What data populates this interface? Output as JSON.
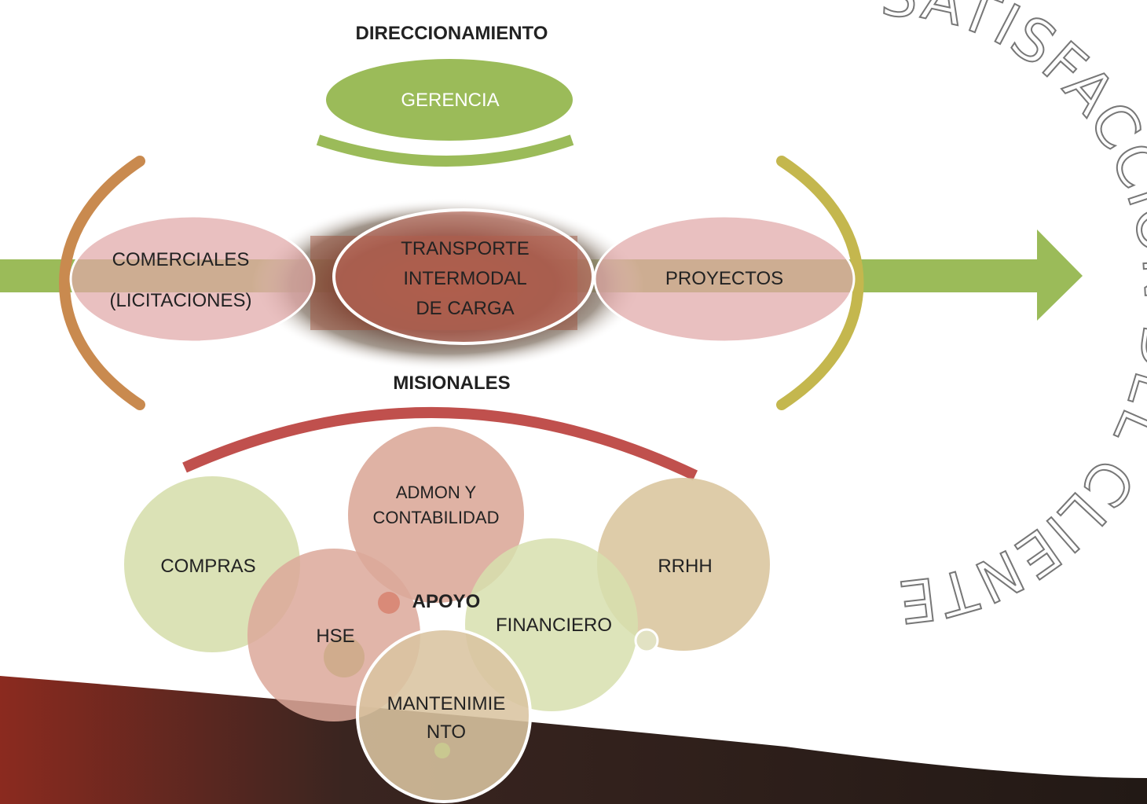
{
  "headers": {
    "direccionamiento": "DIRECCIONAMIENTO",
    "misionales": "MISIONALES",
    "apoyo": "APOYO"
  },
  "direccionamiento": {
    "gerencia": "GERENCIA"
  },
  "misionales": {
    "comerciales_line1": "COMERCIALES",
    "comerciales_line2": "(LICITACIONES)",
    "transporte_line1": "TRANSPORTE",
    "transporte_line2": "INTERMODAL",
    "transporte_line3": "DE CARGA",
    "proyectos": "PROYECTOS"
  },
  "apoyo": {
    "admon_line1": "ADMON Y",
    "admon_line2": "CONTABILIDAD",
    "compras": "COMPRAS",
    "rrhh": "RRHH",
    "hse": "HSE",
    "financiero": "FINANCIERO",
    "mantenimiento_line1": "MANTENIMIE",
    "mantenimiento_line2": "NTO"
  },
  "client_arc_text": "SATISFACCIÓN DEL CLIENTE",
  "colors": {
    "green": "#9bbb59",
    "orange_bracket": "#c98a4f",
    "olive_bracket": "#c4b74e",
    "red_arc": "#c0504d",
    "pink_oval": "#e0a8a8",
    "footer_dark": "#2b1f1b",
    "footer_red": "#8b2a1f"
  }
}
